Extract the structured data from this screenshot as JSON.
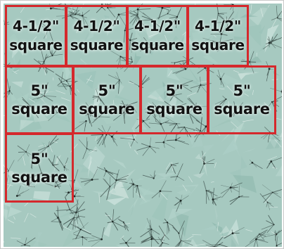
{
  "colors": {
    "border": "#d5282c",
    "fabric_base": "#a6c9c0",
    "fabric_lines": "#41534f",
    "text": "#111111"
  },
  "rows": [
    {
      "squares": [
        {
          "size": "4-1/2\"",
          "unit": "square"
        },
        {
          "size": "4-1/2\"",
          "unit": "square"
        },
        {
          "size": "4-1/2\"",
          "unit": "square"
        },
        {
          "size": "4-1/2\"",
          "unit": "square"
        }
      ]
    },
    {
      "squares": [
        {
          "size": "5\"",
          "unit": "square"
        },
        {
          "size": "5\"",
          "unit": "square"
        },
        {
          "size": "5\"",
          "unit": "square"
        },
        {
          "size": "5\"",
          "unit": "square"
        }
      ]
    },
    {
      "squares": [
        {
          "size": "5\"",
          "unit": "square"
        }
      ]
    }
  ]
}
